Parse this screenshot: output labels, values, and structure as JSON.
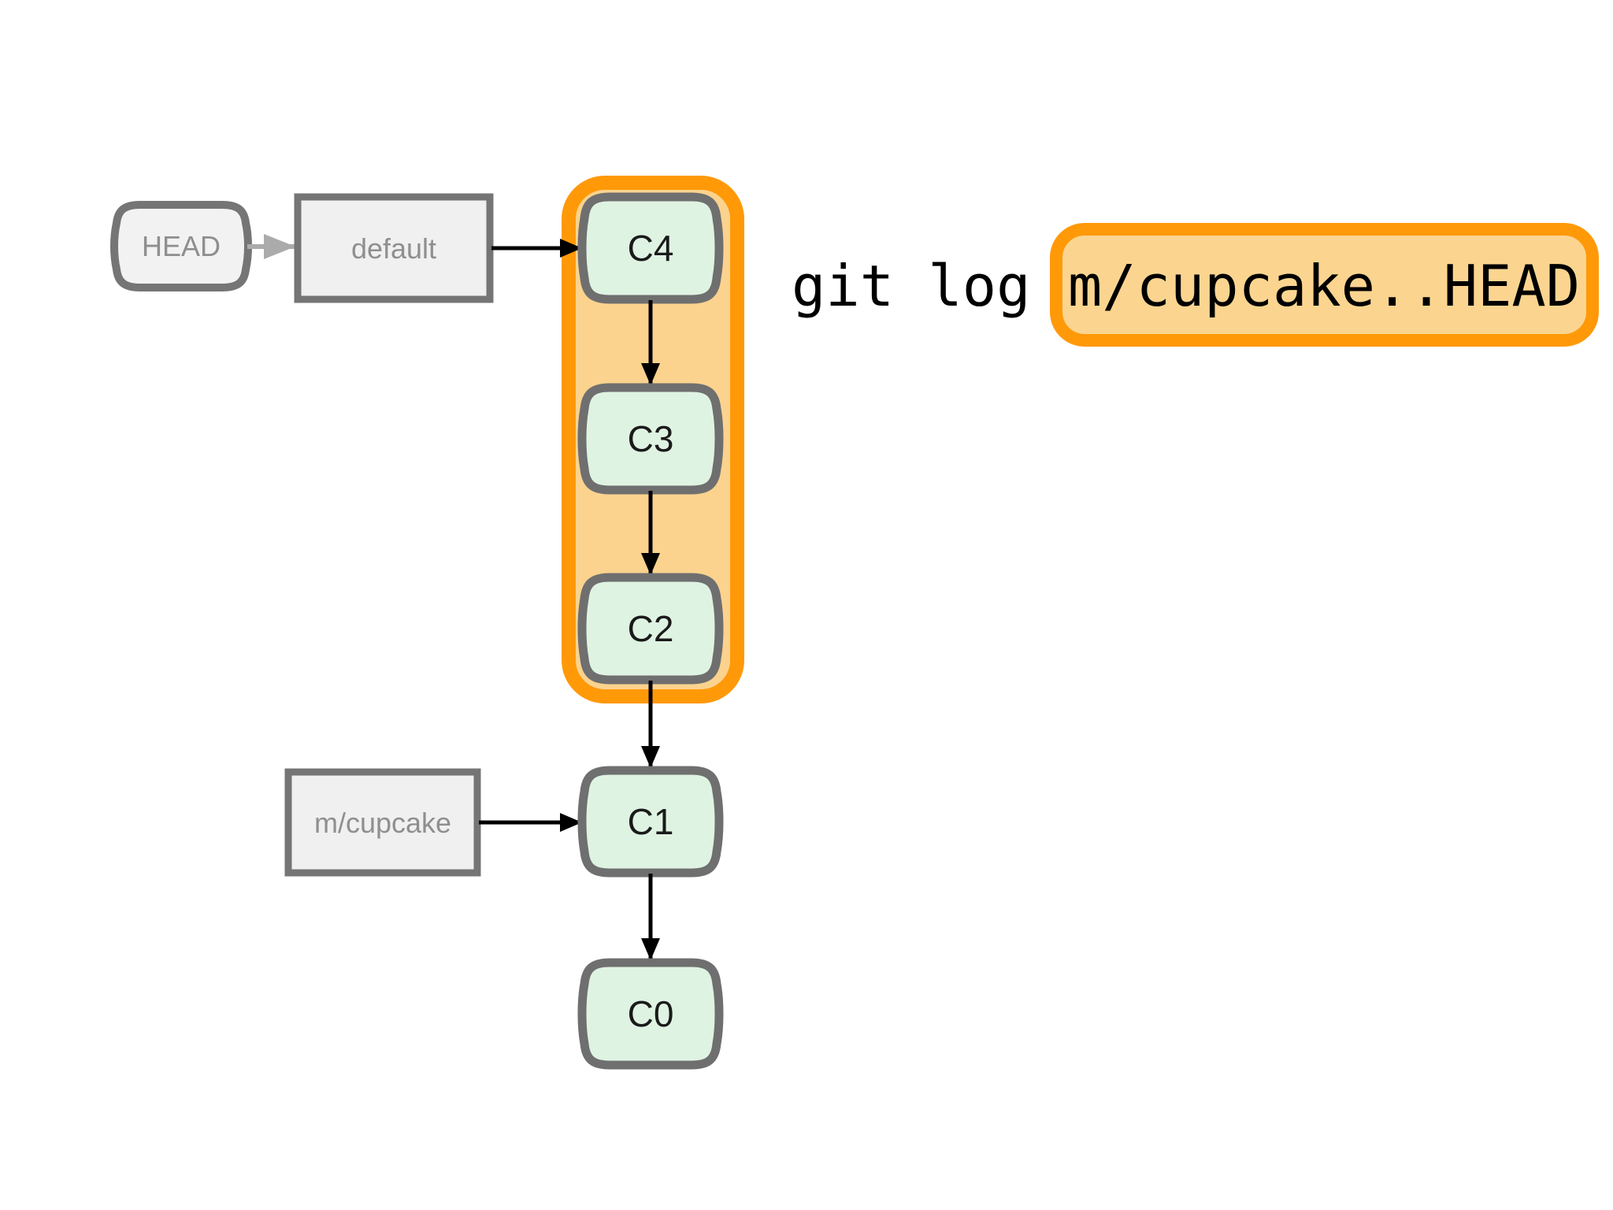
{
  "diagram": {
    "head": {
      "label": "HEAD"
    },
    "branches": [
      {
        "label": "default"
      },
      {
        "label": "m/cupcake"
      }
    ],
    "commits": [
      {
        "id": "C4"
      },
      {
        "id": "C3"
      },
      {
        "id": "C2"
      },
      {
        "id": "C1"
      },
      {
        "id": "C0"
      }
    ],
    "edges": [
      "HEAD->default",
      "default->C4",
      "C4->C3",
      "C3->C2",
      "C2->C1",
      "C1->C0",
      "m/cupcake->C1"
    ],
    "highlight": {
      "contains": [
        "C4",
        "C3",
        "C2"
      ]
    },
    "command": {
      "prefix": "git log",
      "argument": "m/cupcake..HEAD"
    },
    "colors": {
      "highlight_border": "#ff9908",
      "highlight_fill": "#fbd38e",
      "command_box_fill": "#fbd590",
      "commit_fill": "#dff3e2",
      "commit_border": "#6f6f6f",
      "branch_box_fill": "#f0f0f0",
      "branch_box_border": "#757575",
      "muted_text": "#8f8f8f",
      "muted_arrow": "#ababab",
      "arrow": "#000000",
      "text": "#000000",
      "background": "#ffffff"
    }
  }
}
